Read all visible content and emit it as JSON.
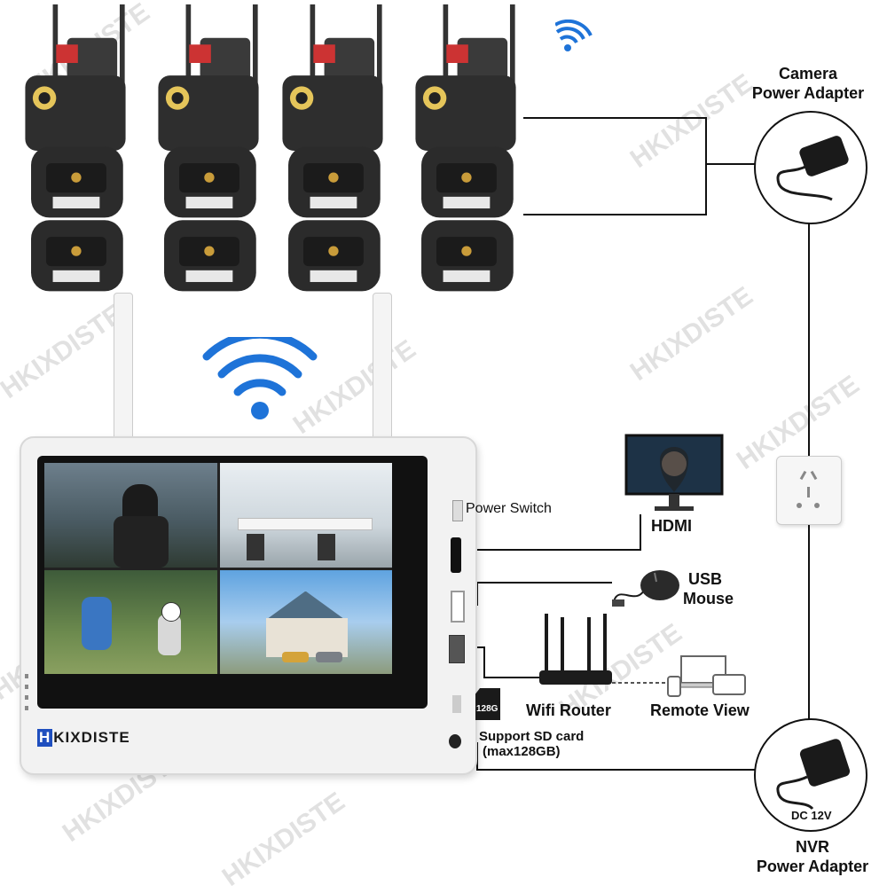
{
  "brand": {
    "logo_text": "KIXDISTE",
    "logo_mark": "H"
  },
  "watermark": "HKIXDISTE",
  "labels": {
    "camera_power_adapter_line1": "Camera",
    "camera_power_adapter_line2": "Power Adapter",
    "power_switch": "Power Switch",
    "hdmi": "HDMI",
    "usb_mouse_line1": "USB",
    "usb_mouse_line2": "Mouse",
    "wifi_router": "Wifi Router",
    "remote_view": "Remote View",
    "support_sd_line1": "Support SD card",
    "support_sd_line2": "(max128GB)",
    "sd_card_capacity": "128G",
    "nvr_power_adapter_line1": "NVR",
    "nvr_power_adapter_line2": "Power Adapter",
    "dc_voltage": "DC 12V"
  },
  "colors": {
    "wifi_blue": "#1e73d8",
    "camera_body": "#2e2e2e",
    "nvr_body": "#f2f2f2",
    "brand_blue": "#1f4fbf"
  },
  "icons": [
    "wifi-icon",
    "camera-icon",
    "power-adapter-icon",
    "monitor-icon",
    "mouse-icon",
    "router-icon",
    "laptop-icon",
    "tablet-icon",
    "phone-icon",
    "wall-socket-icon",
    "sd-card-icon"
  ]
}
